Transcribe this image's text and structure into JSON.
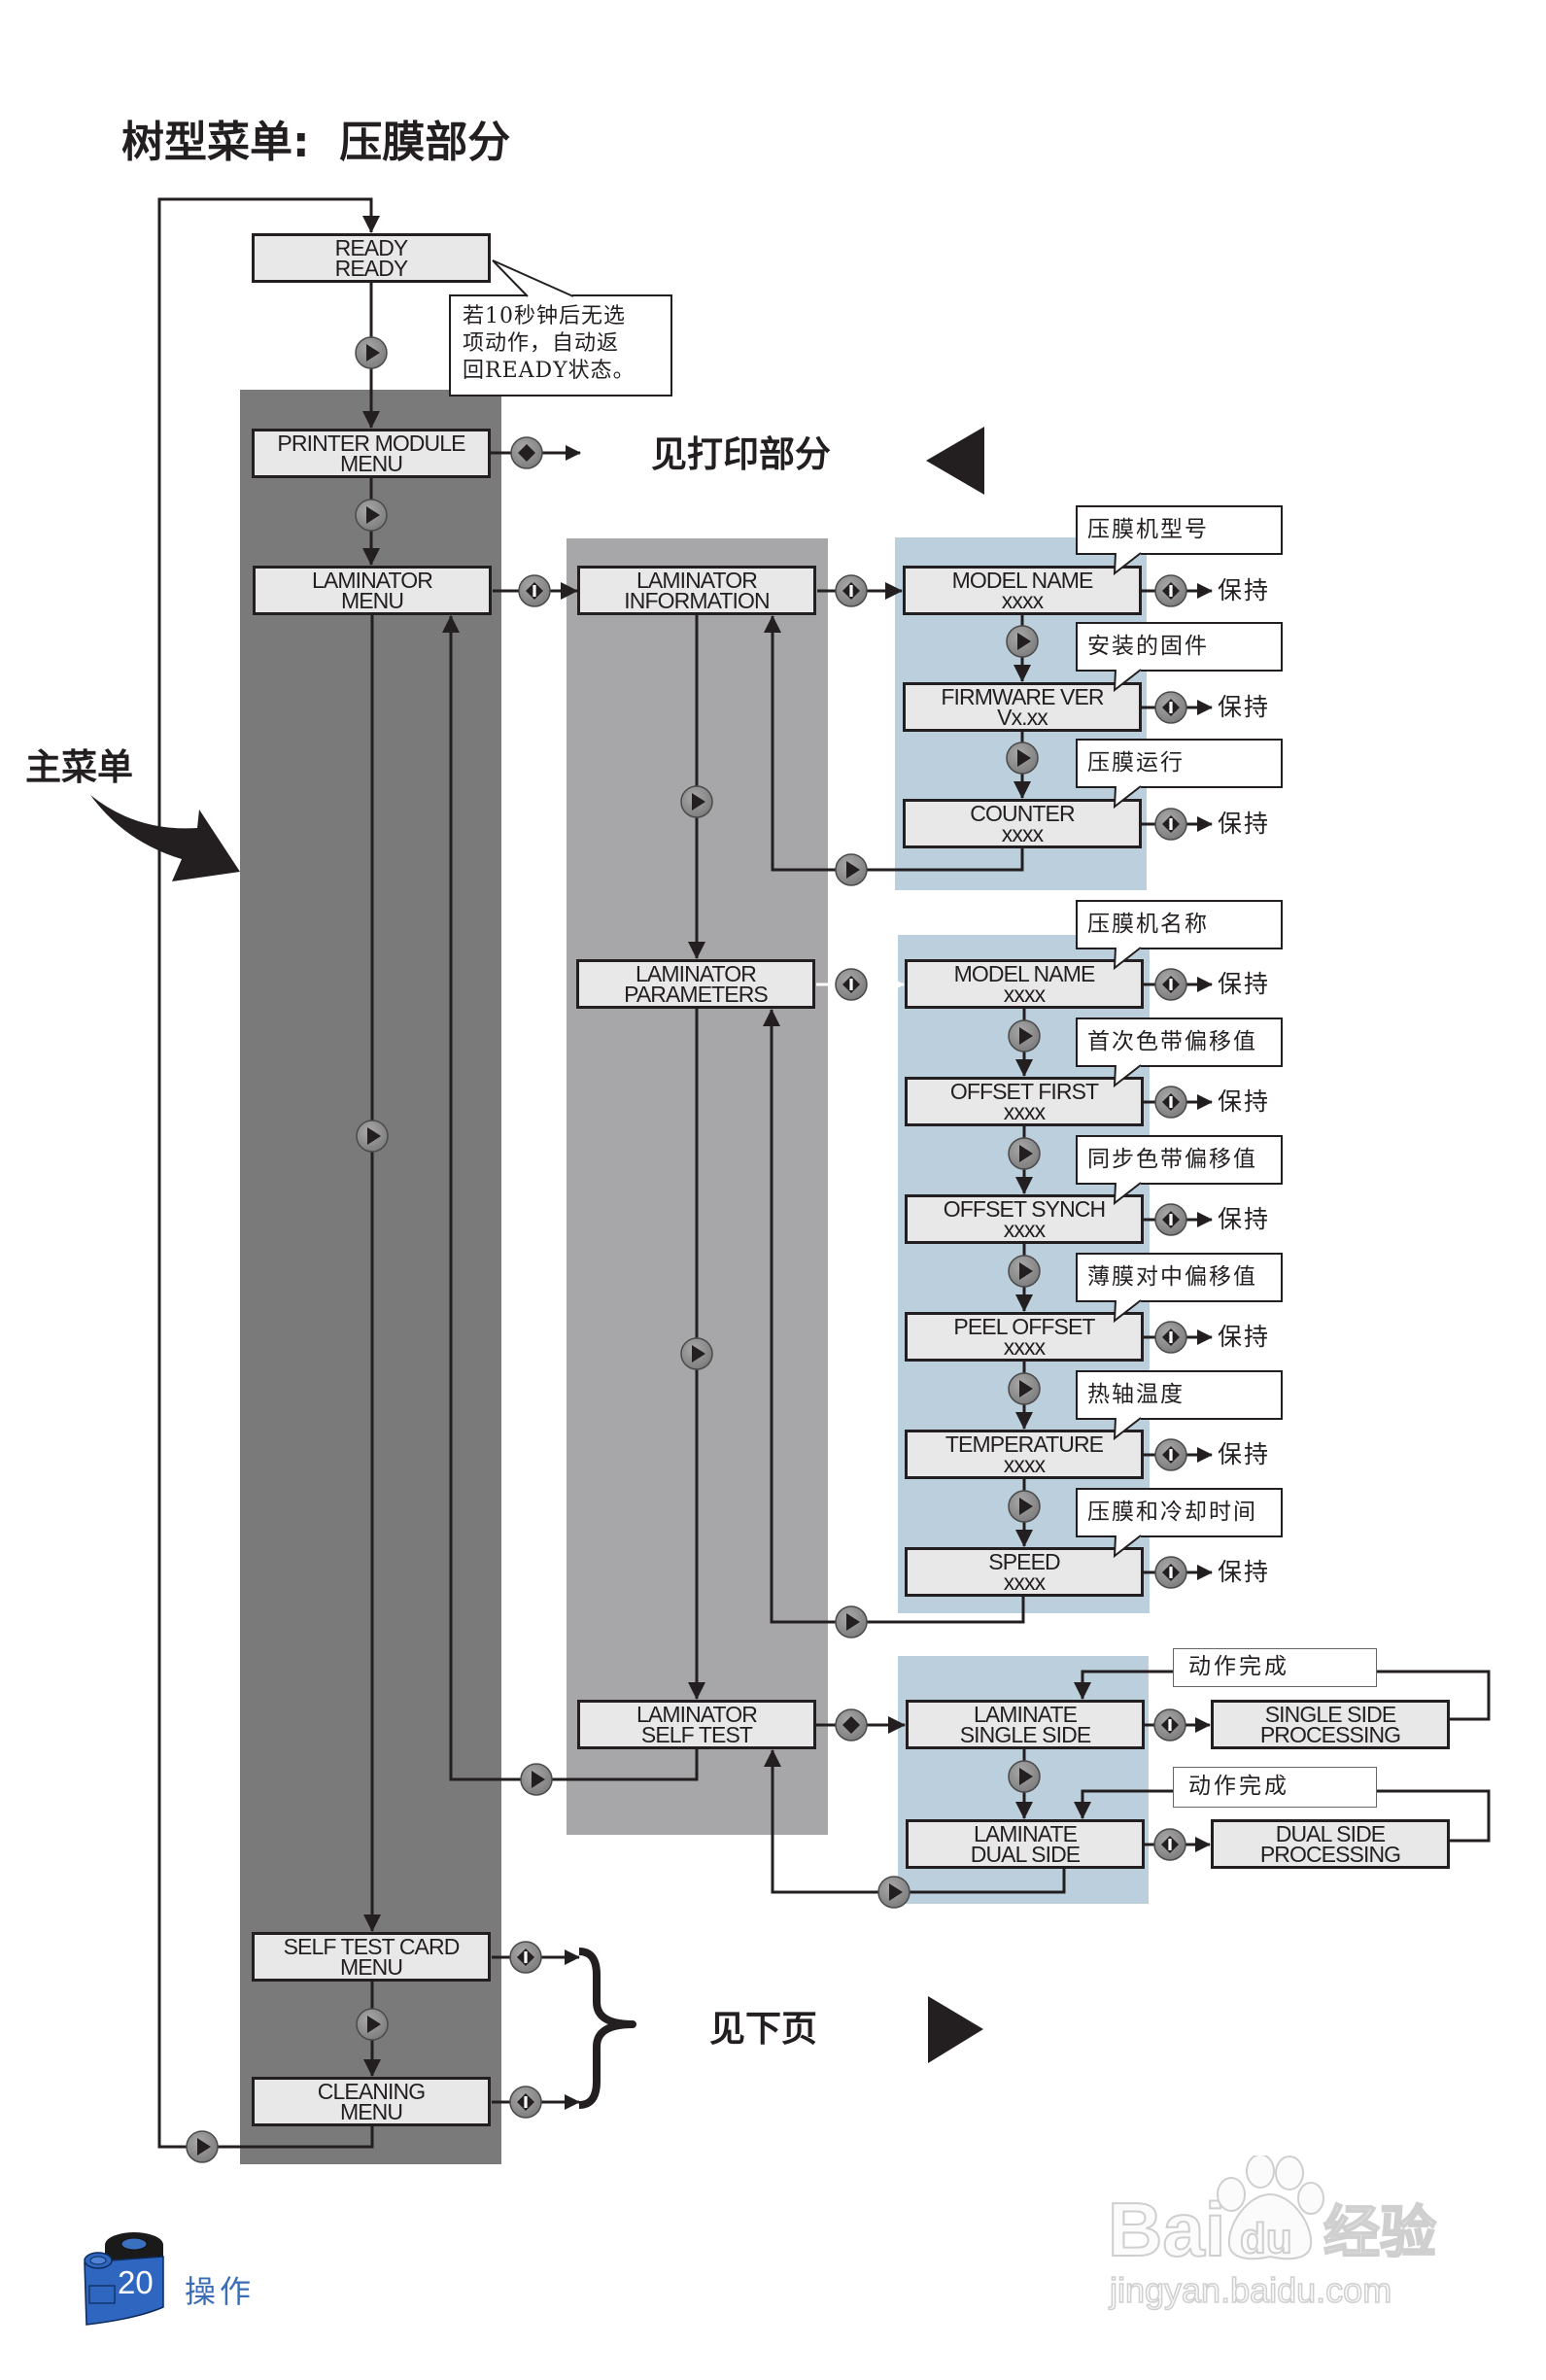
{
  "page": {
    "title": "树型菜单:  压膜部分",
    "main_menu_label": "主菜单",
    "see_print_section": "见打印部分",
    "see_next_page": "见下页"
  },
  "ready": {
    "line1": "READY",
    "line2": "READY",
    "callout": [
      "若10秒钟后无选",
      "项动作，自动返",
      "回READY状态。"
    ]
  },
  "main_menu": {
    "items": [
      {
        "line1": "PRINTER MODULE",
        "line2": "MENU"
      },
      {
        "line1": "LAMINATOR",
        "line2": "MENU"
      },
      {
        "line1": "SELF TEST CARD",
        "line2": "MENU"
      },
      {
        "line1": "CLEANING",
        "line2": "MENU"
      }
    ]
  },
  "laminator_menu": {
    "items": [
      {
        "line1": "LAMINATOR",
        "line2": "INFORMATION"
      },
      {
        "line1": "LAMINATOR",
        "line2": "PARAMETERS"
      },
      {
        "line1": "LAMINATOR",
        "line2": "SELF TEST"
      }
    ]
  },
  "information": {
    "items": [
      {
        "line1": "MODEL NAME",
        "line2": "xxxx",
        "callout": "压膜机型号",
        "action": "保持"
      },
      {
        "line1": "FIRMWARE VER",
        "line2": "Vx.xx",
        "callout": "安装的固件",
        "action": "保持"
      },
      {
        "line1": "COUNTER",
        "line2": "xxxx",
        "callout": "压膜运行",
        "action": "保持"
      }
    ]
  },
  "parameters": {
    "items": [
      {
        "line1": "MODEL NAME",
        "line2": "xxxx",
        "callout": "压膜机名称",
        "action": "保持"
      },
      {
        "line1": "OFFSET FIRST",
        "line2": "xxxx",
        "callout": "首次色带偏移值",
        "action": "保持"
      },
      {
        "line1": "OFFSET SYNCH",
        "line2": "xxxx",
        "callout": "同步色带偏移值",
        "action": "保持"
      },
      {
        "line1": "PEEL OFFSET",
        "line2": "xxxx",
        "callout": "薄膜对中偏移值",
        "action": "保持"
      },
      {
        "line1": "TEMPERATURE",
        "line2": "xxxx",
        "callout": "热轴温度",
        "action": "保持"
      },
      {
        "line1": "SPEED",
        "line2": "xxxx",
        "callout": "压膜和冷却时间",
        "action": "保持"
      }
    ]
  },
  "self_test": {
    "items": [
      {
        "line1": "LAMINATE",
        "line2": "SINGLE SIDE",
        "result_line1": "SINGLE SIDE",
        "result_line2": "PROCESSING",
        "done_label": "动作完成"
      },
      {
        "line1": "LAMINATE",
        "line2": "DUAL SIDE",
        "result_line1": "DUAL SIDE",
        "result_line2": "PROCESSING",
        "done_label": "动作完成"
      }
    ]
  },
  "button_icons": {
    "next": "play-triangle-button",
    "select": "diamond-button",
    "enter": "diamond-with-bar-button"
  },
  "footer": {
    "page_number": "20",
    "section": "操作"
  },
  "watermark": {
    "brand": "Bai",
    "paw_text": "du",
    "brand_cn": "经验",
    "url": "jingyan.baidu.com"
  },
  "colors": {
    "main_panel": "#7b7a7b",
    "sub_panel": "#a7a6a8",
    "detail_panel": "#bccfdc",
    "box_fill": "#e8e8e8",
    "ink": "#231f20",
    "button": "#8b8a8b",
    "footer_blue": "#2f67c0"
  }
}
